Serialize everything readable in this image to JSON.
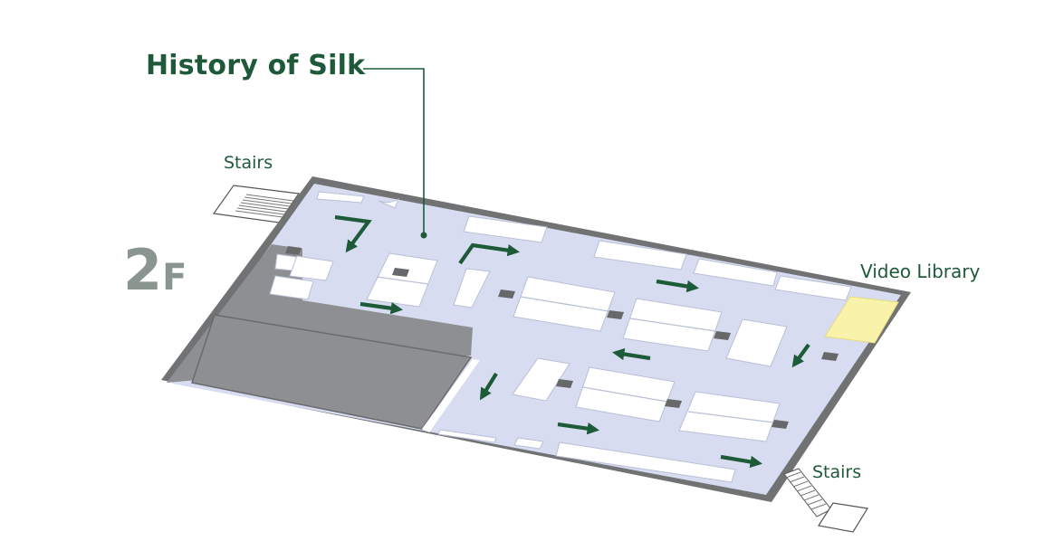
{
  "labels": {
    "title": "History of Silk",
    "stairs_top": "Stairs",
    "stairs_bottom": "Stairs",
    "video_library": "Video Library"
  },
  "floor": {
    "number": "2",
    "suffix": "F"
  },
  "colors": {
    "label_green": "#1e5a3a",
    "arrow_green": "#1d5b38",
    "floor_fill": "#d7dcf0",
    "wall": "#6f7173",
    "storage": "#8e8f92",
    "video_library_highlight": "#f8f3a8",
    "floor_label_gray": "#8a9590"
  }
}
